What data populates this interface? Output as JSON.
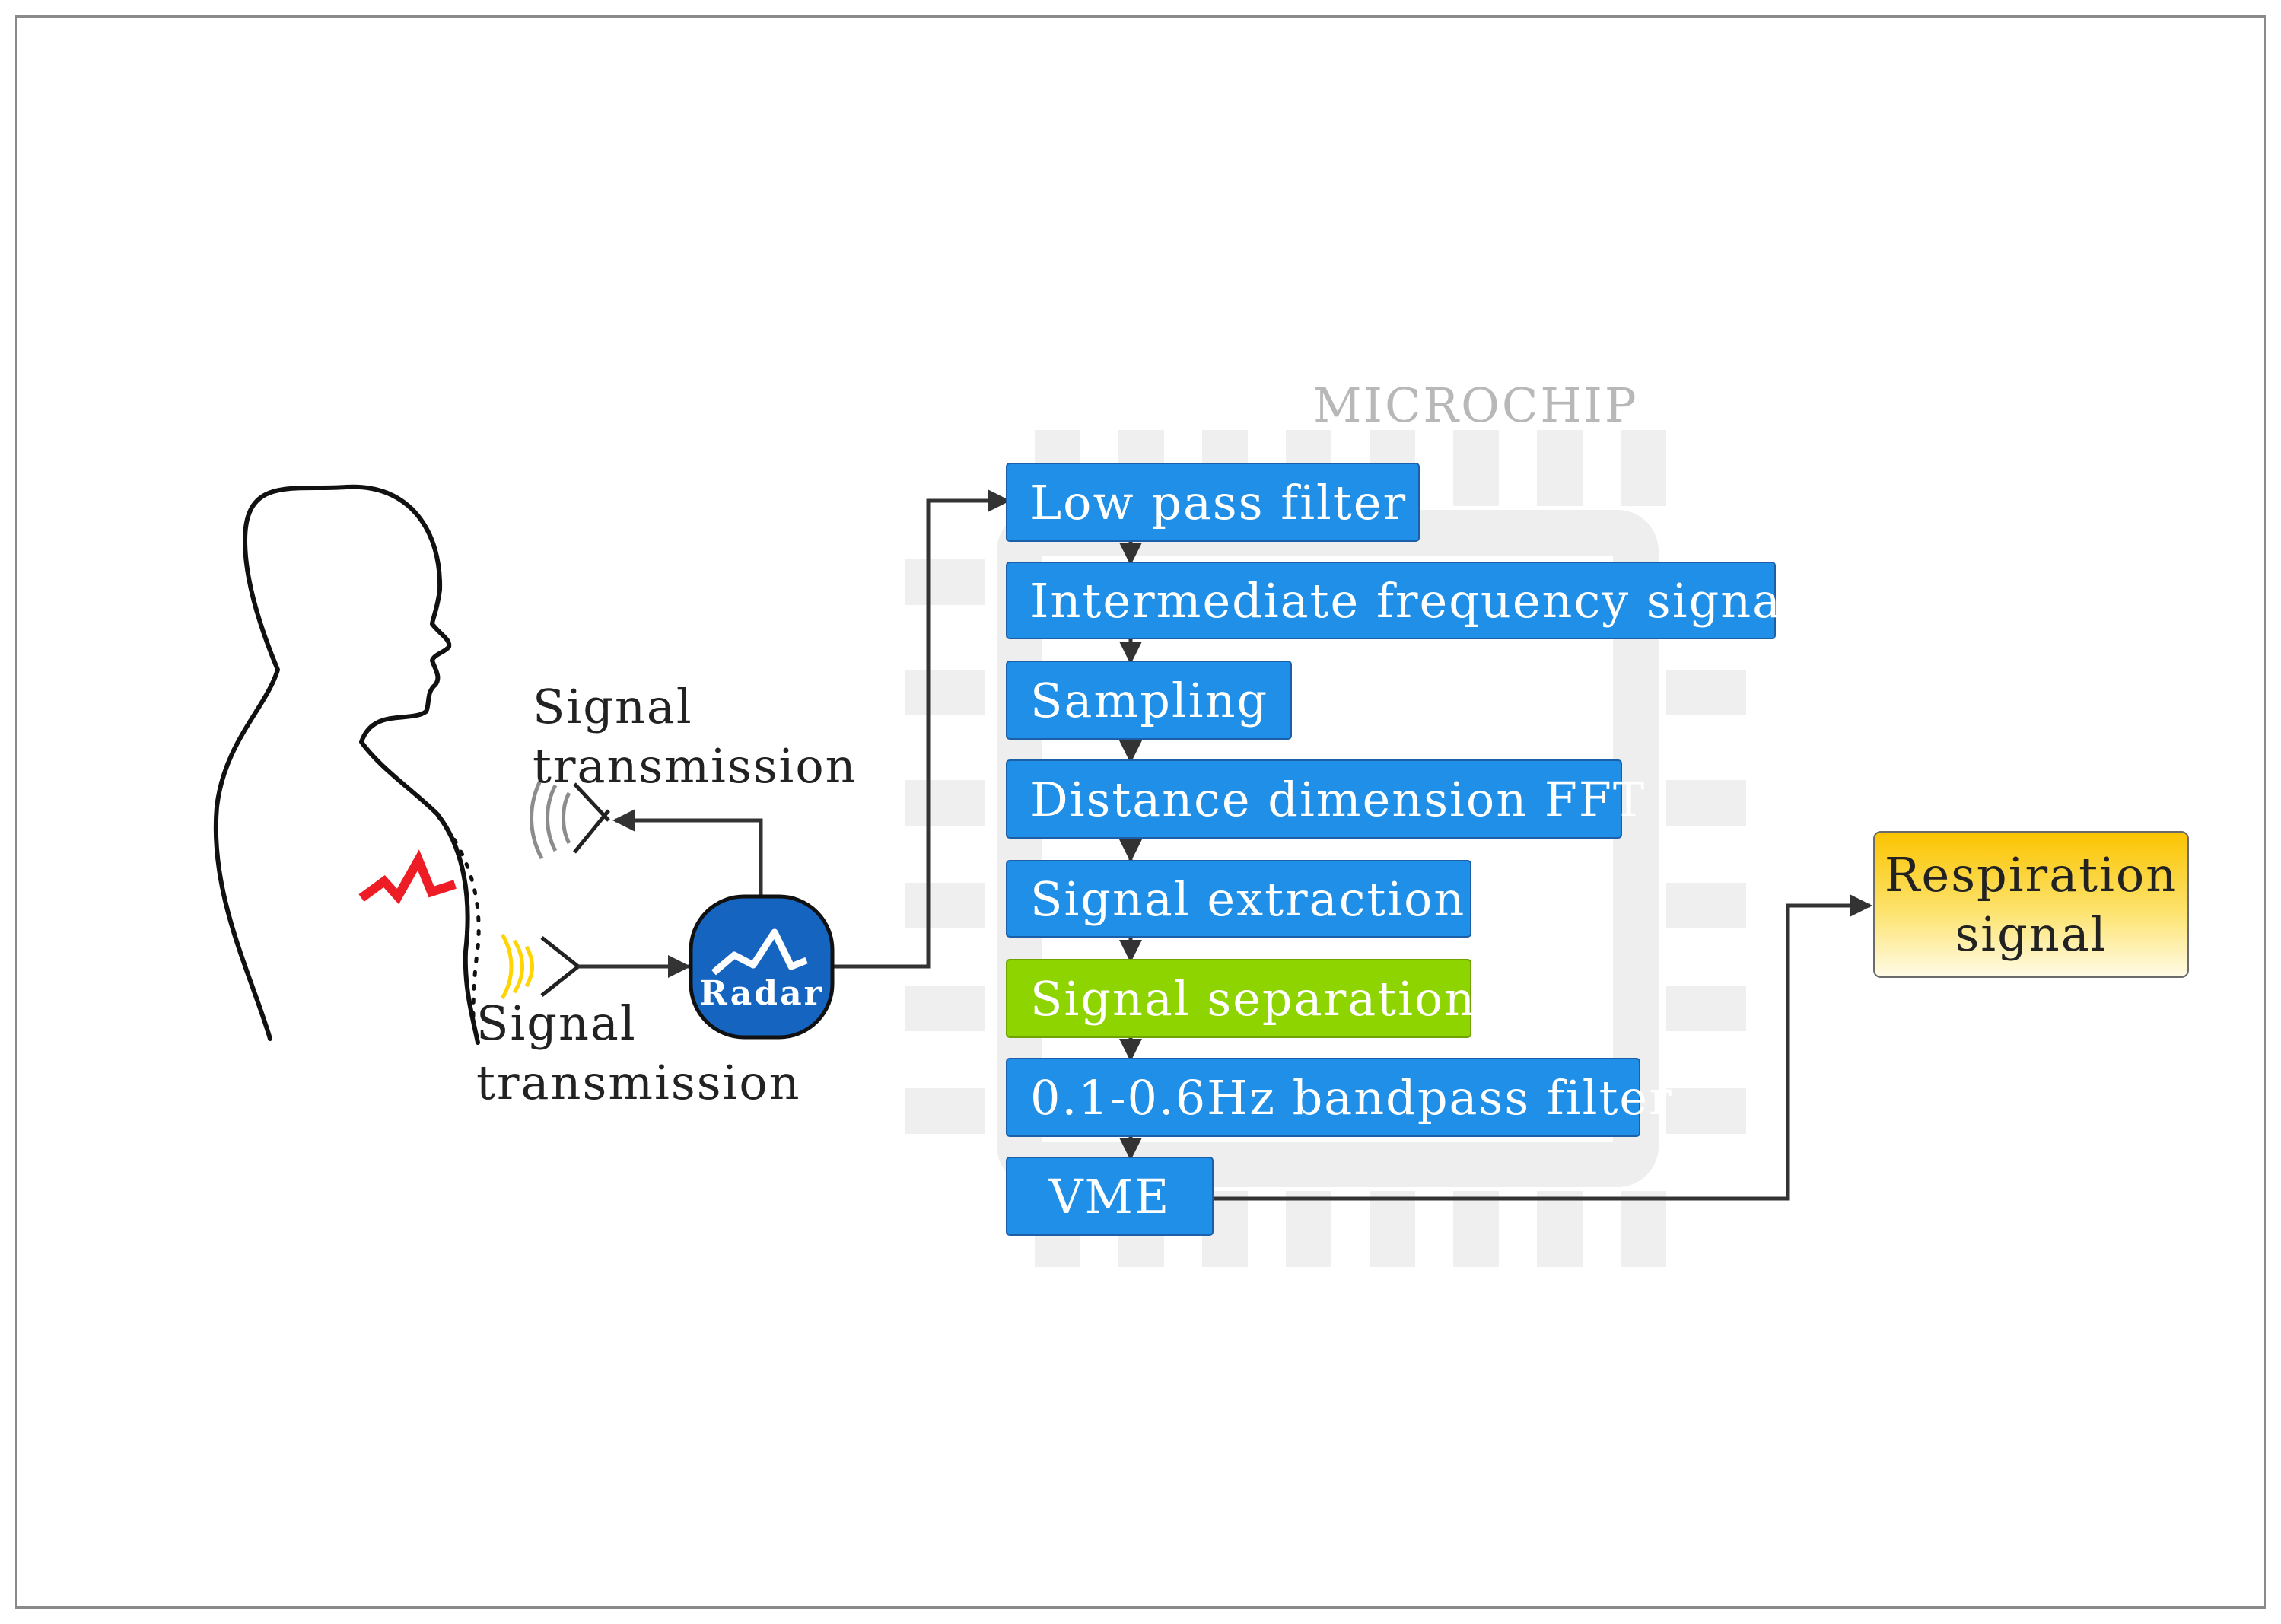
{
  "chip": {
    "title": "MICROCHIP"
  },
  "labels": {
    "transmit_line1": "Signal",
    "transmit_line2": "transmission",
    "receive_line1": "Signal",
    "receive_line2": "transmission"
  },
  "radar": {
    "label": "Radar"
  },
  "pipeline": [
    {
      "label": "Low pass filter"
    },
    {
      "label": "Intermediate frequency signal"
    },
    {
      "label": "Sampling"
    },
    {
      "label": "Distance dimension FFT"
    },
    {
      "label": "Signal extraction"
    },
    {
      "label": "Signal separation"
    },
    {
      "label": "0.1-0.6Hz bandpass filter"
    },
    {
      "label": "VME"
    }
  ],
  "output": {
    "line1": "Respiration",
    "line2": "signal"
  },
  "colors": {
    "step_blue": "#1f8fe8",
    "separation_green": "#8ed400",
    "output_yellow": "#fbc400",
    "radar_blue": "#1565c0",
    "heartbeat_red": "#ee1c25",
    "wave_gray": "#8c8c8c",
    "wave_yellow": "#ffd400"
  }
}
